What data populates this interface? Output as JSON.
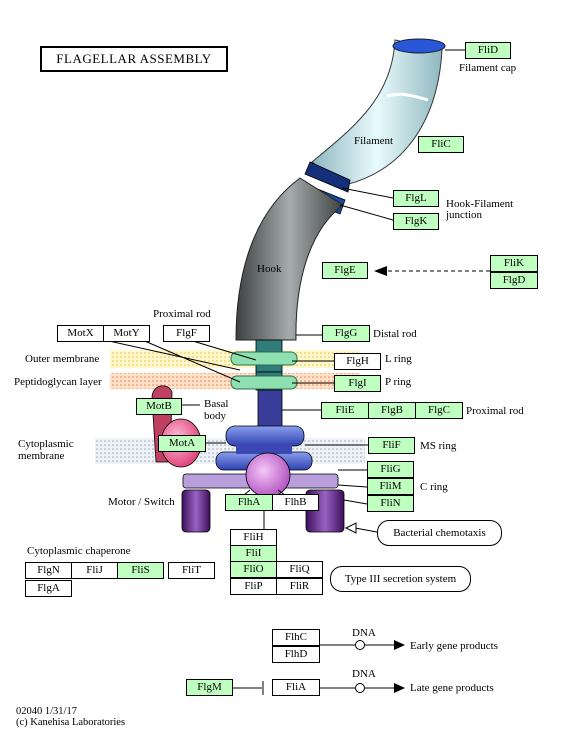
{
  "title": "FLAGELLAR ASSEMBLY",
  "structure_labels": {
    "filament_cap": "Filament cap",
    "filament": "Filament",
    "hook_filament_junction_1": "Hook-Filament",
    "hook_filament_junction_2": "junction",
    "hook": "Hook",
    "proximal_rod_top": "Proximal rod",
    "distal_rod": "Distal rod",
    "outer_membrane": "Outer membrane",
    "l_ring": "L ring",
    "peptidoglycan_layer": "Peptidoglycan layer",
    "p_ring": "P ring",
    "basal_body_1": "Basal",
    "basal_body_2": "body",
    "proximal_rod_right": "Proximal rod",
    "cytoplasmic_membrane_1": "Cytoplasmic",
    "cytoplasmic_membrane_2": "membrane",
    "ms_ring": "MS ring",
    "c_ring": "C ring",
    "motor_switch": "Motor / Switch",
    "cytoplasmic_chaperone": "Cytoplasmic chaperone",
    "bacterial_chemotaxis": "Bacterial chemotaxis",
    "type3_secretion": "Type III secretion system",
    "dna_1": "DNA",
    "dna_2": "DNA",
    "early_gene_products": "Early gene products",
    "late_gene_products": "Late gene products"
  },
  "genes": {
    "FliD": "FliD",
    "FliC": "FliC",
    "FlgL": "FlgL",
    "FlgK": "FlgK",
    "FliK": "FliK",
    "FlgD": "FlgD",
    "FlgE": "FlgE",
    "MotX": "MotX",
    "MotY": "MotY",
    "FlgF": "FlgF",
    "FlgG": "FlgG",
    "FlgH": "FlgH",
    "FlgI": "FlgI",
    "MotB": "MotB",
    "FliE": "FliE",
    "FlgB": "FlgB",
    "FlgC": "FlgC",
    "MotA": "MotA",
    "FliF": "FliF",
    "FliG": "FliG",
    "FliM": "FliM",
    "FliN": "FliN",
    "FlhA": "FlhA",
    "FlhB": "FlhB",
    "FliH": "FliH",
    "FliI": "FliI",
    "FliO": "FliO",
    "FliQ": "FliQ",
    "FliP": "FliP",
    "FliR": "FliR",
    "FlgN": "FlgN",
    "FliJ": "FliJ",
    "FliS": "FliS",
    "FliT": "FliT",
    "FlgA": "FlgA",
    "FlhC": "FlhC",
    "FlhD": "FlhD",
    "FlgM": "FlgM",
    "FliA": "FliA"
  },
  "footer": {
    "line1": "02040 1/31/17",
    "line2": "(c) Kanehisa Laboratories"
  },
  "colors": {
    "gene_present": "#bfffbf",
    "gene_absent": "#ffffff",
    "filament": "#cdeef3",
    "hook": "#6f7373",
    "rings": "#8fe0b0",
    "basal_body": "#3b3fa0",
    "motor": "#5a1f7a"
  }
}
